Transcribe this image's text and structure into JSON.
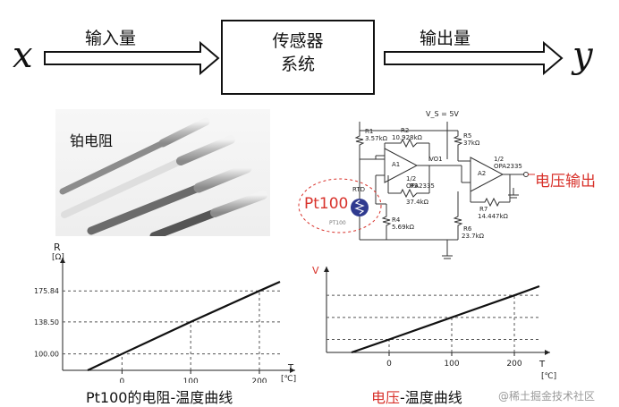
{
  "flow": {
    "input_symbol": "x",
    "input_label": "输入量",
    "sensor_line1": "传感器",
    "sensor_line2": "系统",
    "output_label": "输出量",
    "output_symbol": "y"
  },
  "photo": {
    "label": "铂电阻"
  },
  "circuit": {
    "supply": "V_S = 5V",
    "r1": "R1",
    "r1_val": "3.57kΩ",
    "r2": "R2",
    "r2_val": "10.928kΩ",
    "r3": "R3",
    "r3_val": "37.4kΩ",
    "r4": "R4",
    "r4_val": "5.69kΩ",
    "r5": "R5",
    "r5_val": "37kΩ",
    "r6": "R6",
    "r6_val": "23.7kΩ",
    "r7": "R7",
    "r7_val": "14.447kΩ",
    "amp1": "A1",
    "amp1_label": "1/2 OPA2335",
    "amp2": "A2",
    "amp2_label": "1/2 OPA2335",
    "vo1": "VO1",
    "rtd": "RTD",
    "pt100_callout": "Pt100",
    "pt100_small": "PT100",
    "output_label": "电压输出"
  },
  "chart_resistance": {
    "y_axis_letter": "R",
    "y_unit": "[Ω]",
    "x_axis_letter": "T",
    "x_unit": "[℃]",
    "caption_prefix": "Pt100的电阻",
    "caption_suffix": "-温度曲线"
  },
  "chart_voltage": {
    "y_axis_letter": "V",
    "x_axis_letter": "T",
    "x_unit": "[℃]",
    "caption_prefix": "电压",
    "caption_suffix": "-温度曲线"
  },
  "watermark": "@稀土掘金技术社区",
  "chart_data": [
    {
      "type": "line",
      "title": "Pt100的电阻-温度曲线",
      "xlabel": "T [℃]",
      "ylabel": "R [Ω]",
      "x_ticks": [
        "0",
        "100",
        "200"
      ],
      "y_ticks": [
        "100.00",
        "138.50",
        "175.84"
      ],
      "series": [
        {
          "x": [
            -50,
            0,
            100,
            200,
            230
          ],
          "y": [
            80.3,
            100.0,
            138.5,
            175.84,
            186.8
          ]
        }
      ],
      "grid": "dashed guides at tick values"
    },
    {
      "type": "line",
      "title": "电压-温度曲线",
      "xlabel": "T [℃]",
      "ylabel": "V",
      "x_ticks": [
        "0",
        "100",
        "200"
      ],
      "y_ticks": [],
      "series": [
        {
          "x": [
            -60,
            0,
            100,
            200,
            240
          ],
          "y": [
            0.4,
            0.9,
            1.75,
            2.6,
            2.95
          ]
        }
      ],
      "ylim": [
        0,
        3.3
      ],
      "grid": "dashed guides at tick values"
    }
  ]
}
